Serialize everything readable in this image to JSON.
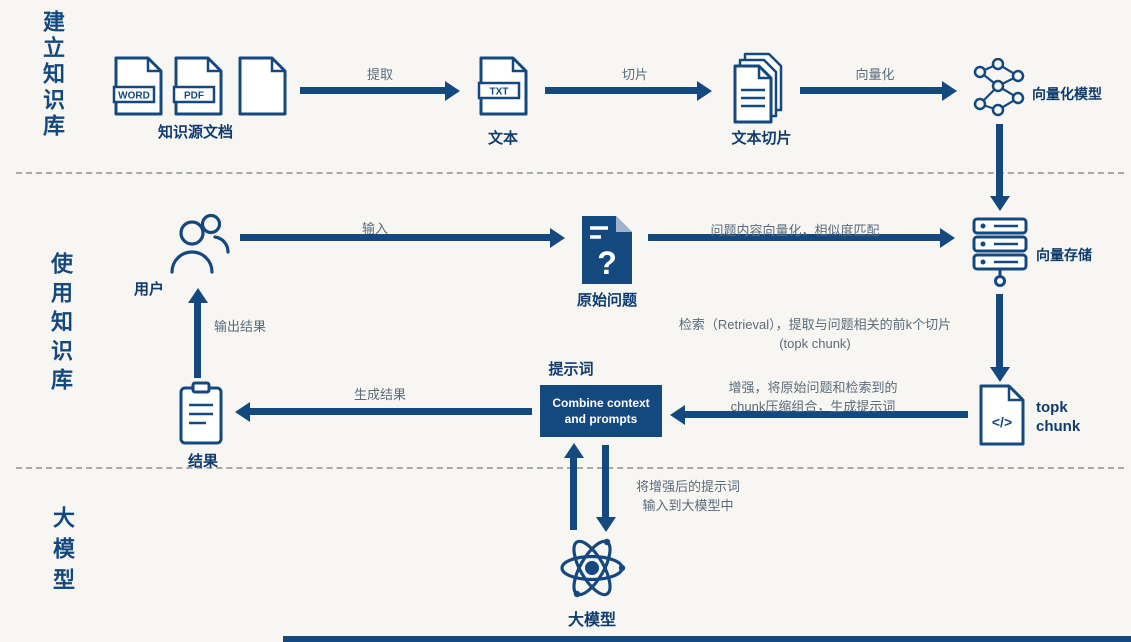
{
  "colors": {
    "primary": "#14497f",
    "text_gray": "#5a6b7b",
    "background": "#f7f6f2"
  },
  "sections": [
    {
      "label": "建立知识库"
    },
    {
      "label": "使用知识库"
    },
    {
      "label": "大模型"
    }
  ],
  "nodes": {
    "source_docs": {
      "label": "知识源文档",
      "badges": [
        "WORD",
        "PDF"
      ]
    },
    "text_doc": {
      "label": "文本",
      "badge": "TXT"
    },
    "chunks": {
      "label": "文本切片"
    },
    "embedding_model": {
      "label": "向量化模型"
    },
    "user": {
      "label": "用户"
    },
    "question": {
      "label": "原始问题",
      "glyph": "?"
    },
    "vector_store": {
      "label": "向量存储"
    },
    "topk_chunk": {
      "label": "topk\nchunk",
      "glyph": "</>"
    },
    "prompt_box": {
      "title": "提示词",
      "label": "Combine context\nand prompts"
    },
    "result": {
      "label": "结果"
    },
    "llm": {
      "label": "大模型"
    }
  },
  "edges": {
    "extract": "提取",
    "slice": "切片",
    "vectorize": "向量化",
    "input": "输入",
    "match": "问题内容向量化，相似度匹配",
    "retrieval": "检索（Retrieval），提取与问题相关的前k个切片\n(topk chunk)",
    "augment": "增强，将原始问题和检索到的\nchunk压缩组合，生成提示词",
    "generate": "生成结果",
    "output": "输出结果",
    "feed_llm": "将增强后的提示词\n输入到大模型中"
  }
}
